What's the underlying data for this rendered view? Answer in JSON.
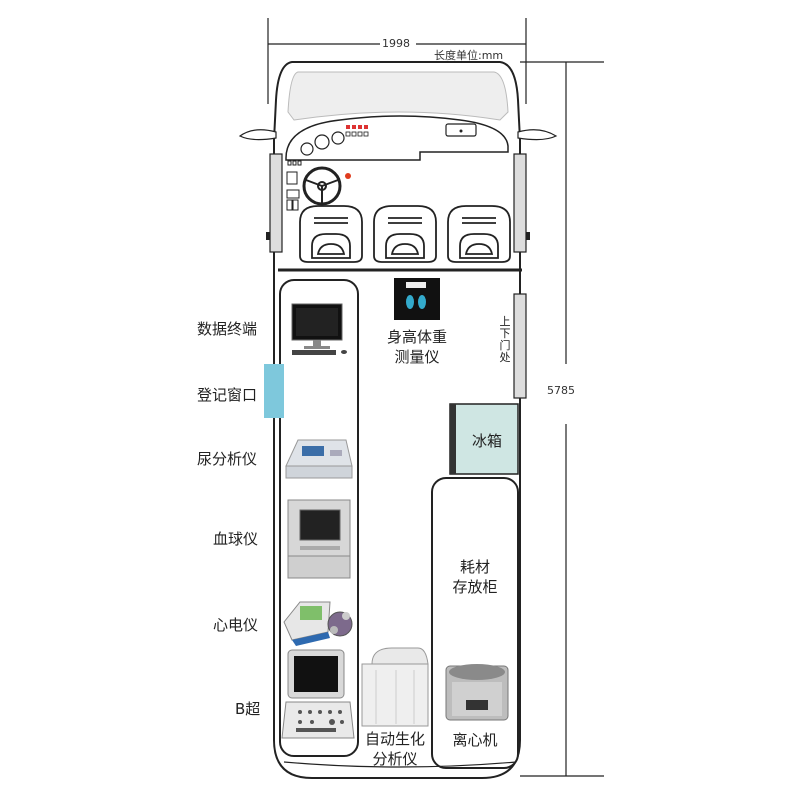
{
  "dimensions": {
    "width": "1998",
    "unit_note": "长度单位:mm",
    "length": "5785"
  },
  "stations": {
    "data_terminal": "数据终端",
    "registration_window": "登记窗口",
    "urine_analyzer": "尿分析仪",
    "blood_analyzer": "血球仪",
    "ecg": "心电仪",
    "ultrasound": "B超"
  },
  "equipment": {
    "height_weight_line1": "身高体重",
    "height_weight_line2": "测量仪",
    "door_label_chars": [
      "上",
      "下",
      "门",
      "处"
    ],
    "fridge": "冰箱",
    "cabinet_line1": "耗材",
    "cabinet_line2": "存放柜",
    "biochem_line1": "自动生化",
    "biochem_line2": "分析仪",
    "centrifuge": "离心机"
  },
  "colors": {
    "window_blue": "#7ec8dc",
    "fridge_fill": "#cfe6e3",
    "dashboard_gray": "#eeeeee"
  }
}
